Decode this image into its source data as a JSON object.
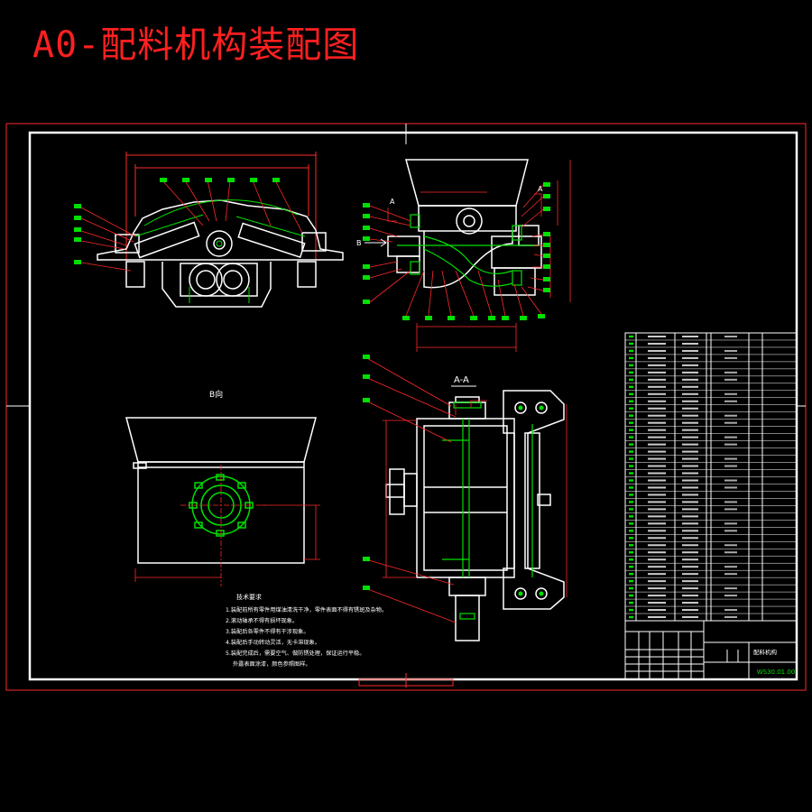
{
  "title": "A0-配料机构装配图",
  "section_label": "A-A",
  "view_label": "B向",
  "notes_heading": "技术要求",
  "notes": [
    "1.装配前所有零件用煤油清洗干净，零件表面不得有锈斑及杂物。",
    "2.滚动轴承不得有损坏现象。",
    "3.装配后各零件不得有干涉现象。",
    "4.装配后手动转动灵活，无卡滞现象。",
    "5.装配完成后，需要空气、做防锈处理，保证运行平稳。",
    "外露表面涂漆，颜色参照图样。"
  ],
  "drawing_number": "WS30.01.00",
  "part_name": "配料机构",
  "label_A": "A",
  "label_B": "B",
  "colors": {
    "background": "#000000",
    "title": "#ff2020",
    "frame": "#ffffff",
    "leaders": "#ff2a2a",
    "balloons": "#00e000",
    "text": "#ffffff"
  }
}
